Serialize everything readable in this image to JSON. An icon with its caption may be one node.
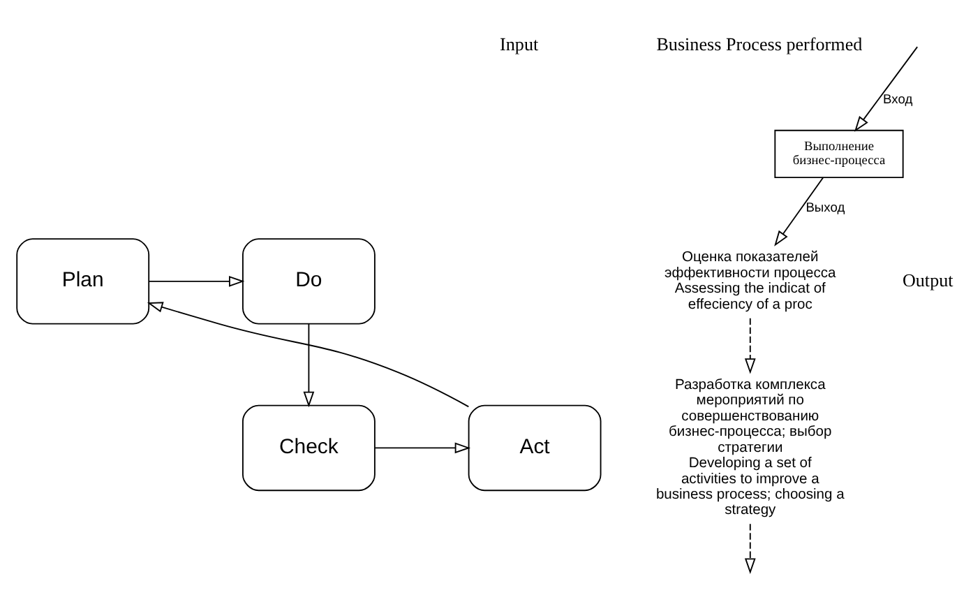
{
  "diagram": {
    "nodes": [
      {
        "text": [
          "Plan"
        ]
      },
      {
        "text": [
          "Do"
        ]
      },
      {
        "text": [
          "Check"
        ]
      },
      {
        "text": [
          "Act"
        ]
      },
      {
        "text": [
          "Выполнение бизнес-процесса"
        ]
      },
      {
        "text": [
          "Оценка показателей эффективности процесса",
          "Assessing the indicat of effeciency of a proc"
        ]
      },
      {
        "text": [
          "Разработка комплекса мероприятий по совершенствованию бизнес-процесса; выбор стратегии",
          "Developing a set of activities to improve a business process; choosing a strategy"
        ]
      }
    ],
    "edges": [
      {
        "from": 0,
        "to": 1,
        "arrow": "to"
      },
      {
        "from": 1,
        "to": 2,
        "arrow": "to"
      },
      {
        "from": 2,
        "to": 3,
        "arrow": "to"
      },
      {
        "from": 3,
        "to": 0,
        "arrow": "to"
      },
      {
        "from": null,
        "to": 4,
        "arrow": "to",
        "label": "Вход"
      },
      {
        "from": 4,
        "to": 5,
        "arrow": "to",
        "label": "Выход"
      },
      {
        "from": 5,
        "to": 6,
        "arrow": "to",
        "style": "dashed"
      },
      {
        "from": 6,
        "to": null,
        "arrow": "to",
        "style": "dashed"
      }
    ],
    "labels": [
      "Input",
      "Business Process performed",
      "Output"
    ]
  }
}
